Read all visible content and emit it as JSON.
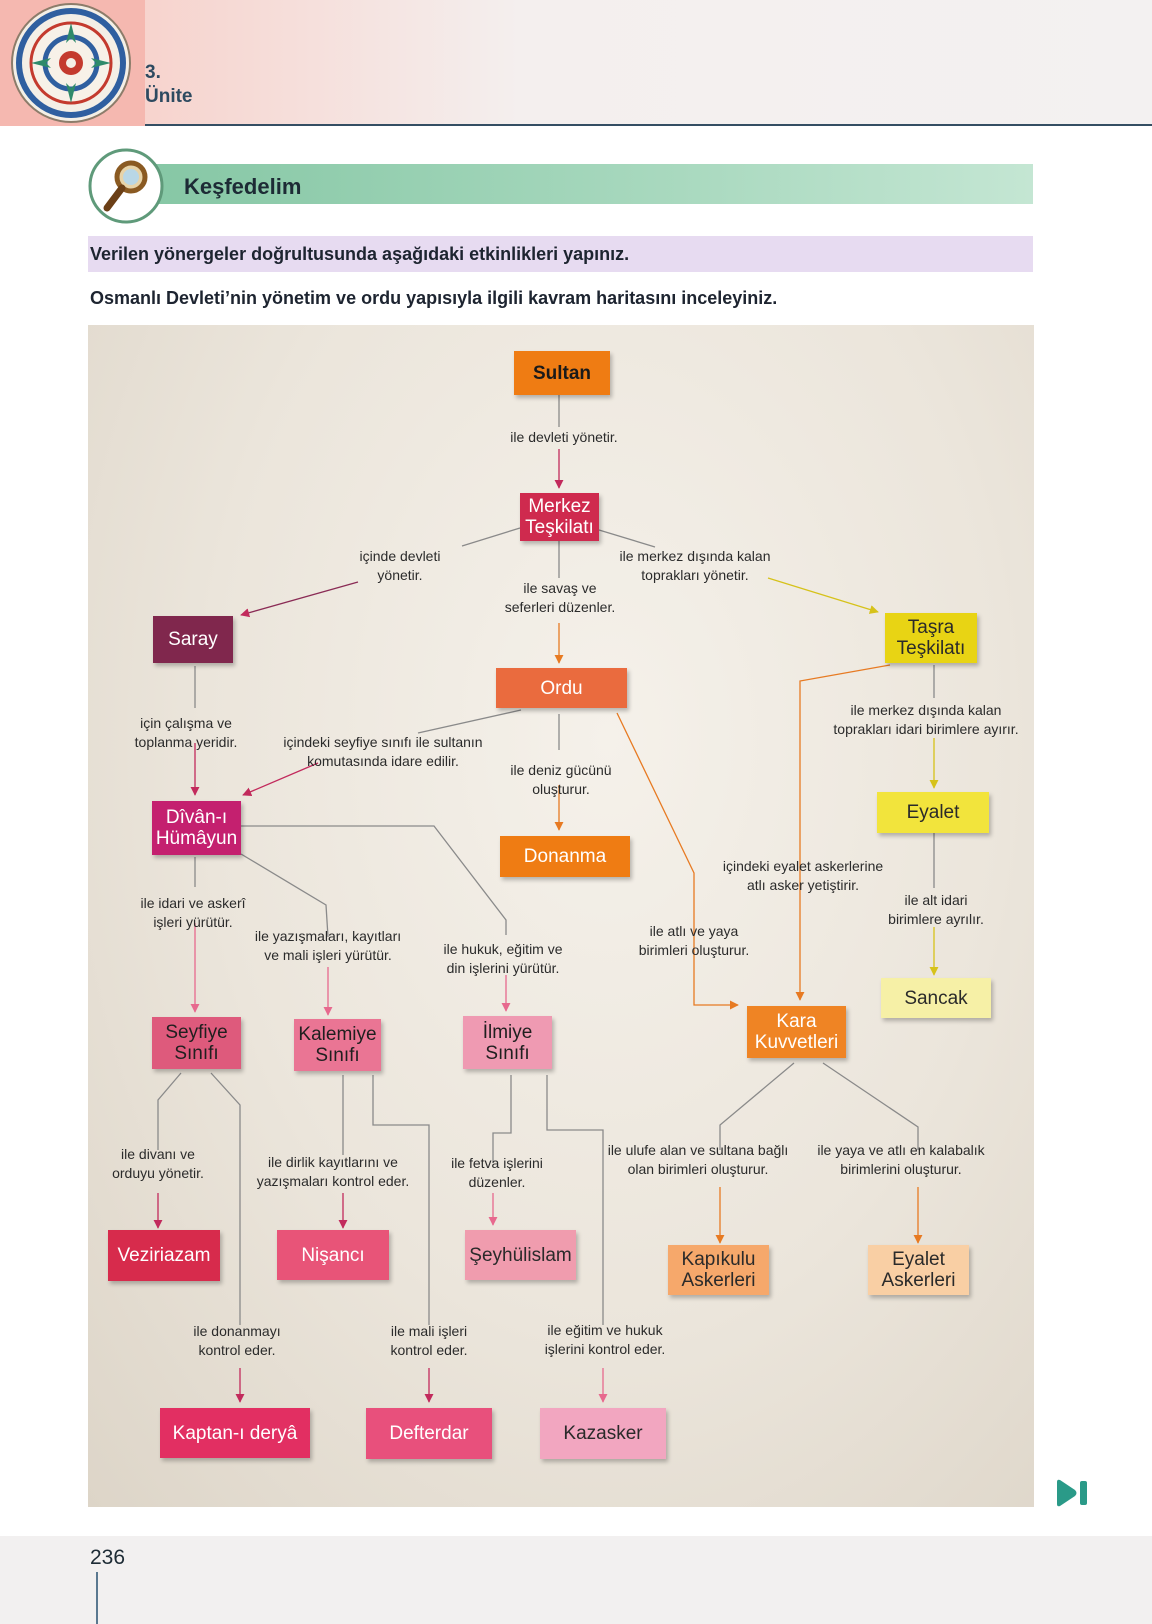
{
  "header": {
    "unit_number": "3.",
    "unit_label": "Ünite"
  },
  "section": {
    "title": "Keşfedelim"
  },
  "instruction": "Verilen yönergeler doğrultusunda aşağıdaki etkinlikleri yapınız.",
  "prompt": "Osmanlı Devleti’nin yönetim ve ordu yapısıyla ilgili kavram haritasını inceleyiniz.",
  "nodes": {
    "sultan": {
      "label": "Sultan",
      "color": "#ef7c13"
    },
    "merkez": {
      "line1": "Merkez",
      "line2": "Teşkilatı",
      "color": "#cf2a4e"
    },
    "saray": {
      "label": "Saray",
      "color": "#80274d"
    },
    "tasra": {
      "line1": "Taşra",
      "line2": "Teşkilatı",
      "color": "#e8d414"
    },
    "ordu": {
      "label": "Ordu",
      "color": "#ea6b3e"
    },
    "divan": {
      "line1": "Dîvân-ı",
      "line2": "Hümâyun",
      "color": "#c4206f"
    },
    "donanma": {
      "label": "Donanma",
      "color": "#ef7c13"
    },
    "eyalet": {
      "label": "Eyalet",
      "color": "#f2e43c"
    },
    "sancak": {
      "label": "Sancak",
      "color": "#f6f0a6"
    },
    "seyfiye": {
      "line1": "Seyfiye",
      "line2": "Sınıfı",
      "color": "#de5a7c"
    },
    "kalemiye": {
      "line1": "Kalemiye",
      "line2": "Sınıfı",
      "color": "#ea7594"
    },
    "ilmiye": {
      "line1": "İlmiye",
      "line2": "Sınıfı",
      "color": "#ef9ab2"
    },
    "kara": {
      "line1": "Kara",
      "line2": "Kuvvetleri",
      "color": "#ef8424"
    },
    "veziriazam": {
      "label": "Veziriazam",
      "color": "#d72b4c"
    },
    "nisanci": {
      "label": "Nişancı",
      "color": "#e85478"
    },
    "seyhulislam": {
      "label": "Şeyhülislam",
      "color": "#f09cae"
    },
    "kapikulu": {
      "line1": "Kapıkulu",
      "line2": "Askerleri",
      "color": "#f6a86b"
    },
    "eyalet_askerleri": {
      "line1": "Eyalet",
      "line2": "Askerleri",
      "color": "#f9cfa4"
    },
    "kaptan": {
      "label": "Kaptan-ı deryâ",
      "color": "#e22f62"
    },
    "defterdar": {
      "label": "Defterdar",
      "color": "#e8507c"
    },
    "kazasker": {
      "label": "Kazasker",
      "color": "#f2a6c0"
    }
  },
  "edges": {
    "sultan_merkez": "ile devleti yönetir.",
    "merkez_saray": [
      "içinde devleti",
      "yönetir."
    ],
    "merkez_ordu": [
      "ile savaş ve",
      "seferleri düzenler."
    ],
    "merkez_tasra": [
      "ile merkez dışında kalan",
      "toprakları yönetir."
    ],
    "saray_divan": [
      "için çalışma ve",
      "toplanma yeridir."
    ],
    "ordu_divan": [
      "içindeki seyfiye sınıfı ile sultanın",
      "komutasında idare edilir."
    ],
    "ordu_donanma": [
      "ile deniz gücünü",
      "oluşturur."
    ],
    "tasra_eyalet": [
      "ile merkez dışında kalan",
      "toprakları idari birimlere ayırır."
    ],
    "eyalet_sancak": [
      "ile alt idari",
      "birimlere ayrılır."
    ],
    "tasra_kara": [
      "içindeki eyalet askerlerine",
      "atlı asker yetiştirir."
    ],
    "ordu_kara": [
      "ile atlı ve yaya",
      "birimleri oluşturur."
    ],
    "divan_seyfiye": [
      "ile idari ve askerî",
      "işleri yürütür."
    ],
    "divan_kalemiye": [
      "ile yazışmaları, kayıtları",
      "ve mali işleri yürütür."
    ],
    "divan_ilmiye": [
      "ile hukuk, eğitim ve",
      "din işlerini yürütür."
    ],
    "seyfiye_veziriazam": [
      "ile divanı ve",
      "orduyu yönetir."
    ],
    "kalemiye_nisanci": [
      "ile dirlik kayıtlarını ve",
      "yazışmaları kontrol eder."
    ],
    "ilmiye_seyhulislam": [
      "ile fetva işlerini",
      "düzenler."
    ],
    "kara_kapikulu": [
      "ile ulufe alan ve sultana bağlı",
      "olan birimleri oluşturur."
    ],
    "kara_eyalet": [
      "ile yaya ve atlı en kalabalık",
      "birimlerini oluşturur."
    ],
    "seyfiye_kaptan": [
      "ile donanmayı",
      "kontrol eder."
    ],
    "kalemiye_defterdar": [
      "ile mali işleri",
      "kontrol eder."
    ],
    "ilmiye_kazasker": [
      "ile eğitim ve hukuk",
      "işlerini kontrol eder."
    ]
  },
  "footer": {
    "page_number": "236"
  }
}
